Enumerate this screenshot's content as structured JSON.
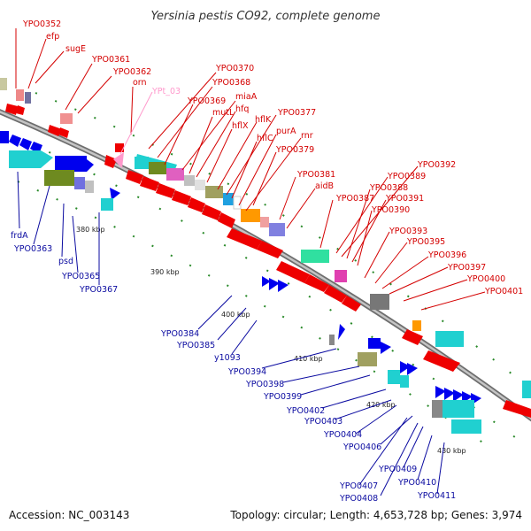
{
  "title": "Yersinia pestis CO92, complete genome",
  "footer": {
    "accession": "Accession: NC_003143",
    "topology": "Topology: circular; Length: 4,653,728 bp; Genes: 3,974"
  },
  "colors": {
    "forward": "#ee0000",
    "reverse": "#0000ee",
    "trna": "#ff99cc",
    "backbone": "#999999",
    "tick": "#1a8a1a"
  },
  "ticks": [
    "380 kbp",
    "390 kbp",
    "400 kbp",
    "410 kbp",
    "420 kbp",
    "430 kbp"
  ],
  "forward_labels": [
    "YPO0352",
    "efp",
    "sugE",
    "YPO0361",
    "YPO0362",
    "orn",
    "YPO0370",
    "YPO0368",
    "YPO0369",
    "miaA",
    "mutL",
    "hfq",
    "hflX",
    "hflK",
    "YPO0377",
    "hflC",
    "purA",
    "rnr",
    "YPO0379",
    "YPO0381",
    "aidB",
    "YPO0392",
    "YPO0389",
    "YPO0387",
    "YPO0388",
    "YPO0391",
    "YPO0390",
    "YPO0393",
    "YPO0395",
    "YPO0396",
    "YPO0397",
    "YPO0400",
    "YPO0401"
  ],
  "trna_label": "YPt_03",
  "reverse_labels": [
    "frdA",
    "YPO0363",
    "psd",
    "YPO0365",
    "YPO0367",
    "YPO0384",
    "YPO0385",
    "y1093",
    "YPO0394",
    "YPO0398",
    "YPO0399",
    "YPO0402",
    "YPO0403",
    "YPO0404",
    "YPO0406",
    "YPO0409",
    "YPO0410",
    "YPO0407",
    "YPO0408",
    "YPO0411"
  ]
}
